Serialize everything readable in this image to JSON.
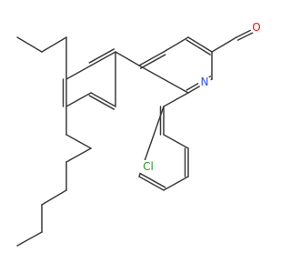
{
  "labels": {
    "oxygen": "O",
    "nitrogen": "N",
    "chlorine": "Cl"
  },
  "colors": {
    "bond": "#3a3a3a",
    "oxygen": "#ff0d0d",
    "nitrogen": "#3050f8",
    "chlorine": "#1fa01f"
  }
}
